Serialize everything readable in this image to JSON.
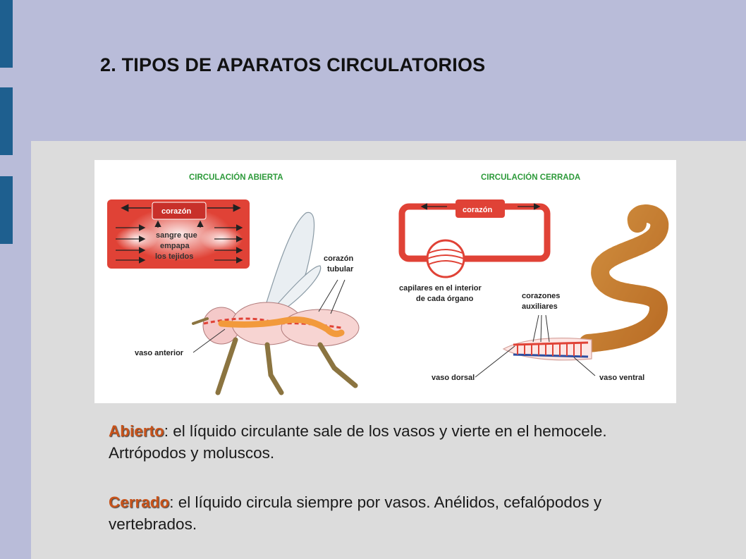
{
  "slide": {
    "title": "2. TIPOS DE APARATOS CIRCULATORIOS"
  },
  "figure": {
    "open": {
      "heading": "CIRCULACIÓN ABIERTA",
      "heart_label": "corazón",
      "blood_label_1": "sangre que",
      "blood_label_2": "empapa",
      "blood_label_3": "los tejidos",
      "tubular_heart_1": "corazón",
      "tubular_heart_2": "tubular",
      "anterior_vessel": "vaso anterior"
    },
    "closed": {
      "heading": "CIRCULACIÓN CERRADA",
      "heart_label": "corazón",
      "capillaries_1": "capilares en el interior",
      "capillaries_2": "de cada órgano",
      "aux_hearts_1": "corazones",
      "aux_hearts_2": "auxiliares",
      "dorsal_vessel": "vaso dorsal",
      "ventral_vessel": "vaso ventral"
    }
  },
  "paragraphs": {
    "open": {
      "term": "Abierto",
      "text": ": el líquido circulante sale de los vasos y vierte en el hemocele. Artrópodos y moluscos."
    },
    "closed": {
      "term": "Cerrado",
      "text": ": el líquido circula siempre por vasos. Anélidos, cefalópodos y vertebrados."
    }
  },
  "colors": {
    "accent_term": "#c8531a",
    "left_bar": "#1e5f8f",
    "vessel_red": "#e04236",
    "heading_green": "#2d9a3a",
    "worm_orange": "#d98b3a"
  }
}
